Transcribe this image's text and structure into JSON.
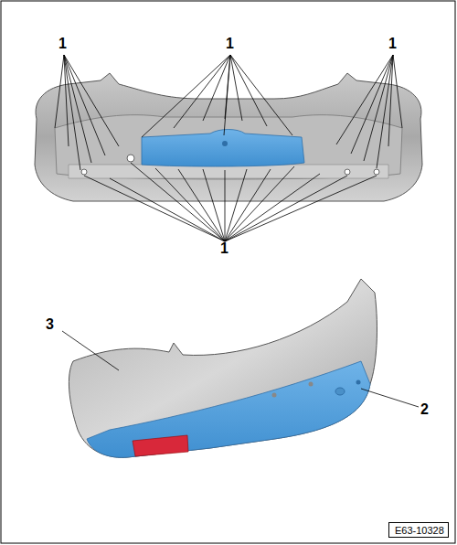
{
  "diagram": {
    "nodes": [
      {
        "text": [
          "E63-10328"
        ]
      }
    ],
    "labels": [
      "1",
      "1",
      "1",
      "1",
      "2",
      "3"
    ]
  }
}
